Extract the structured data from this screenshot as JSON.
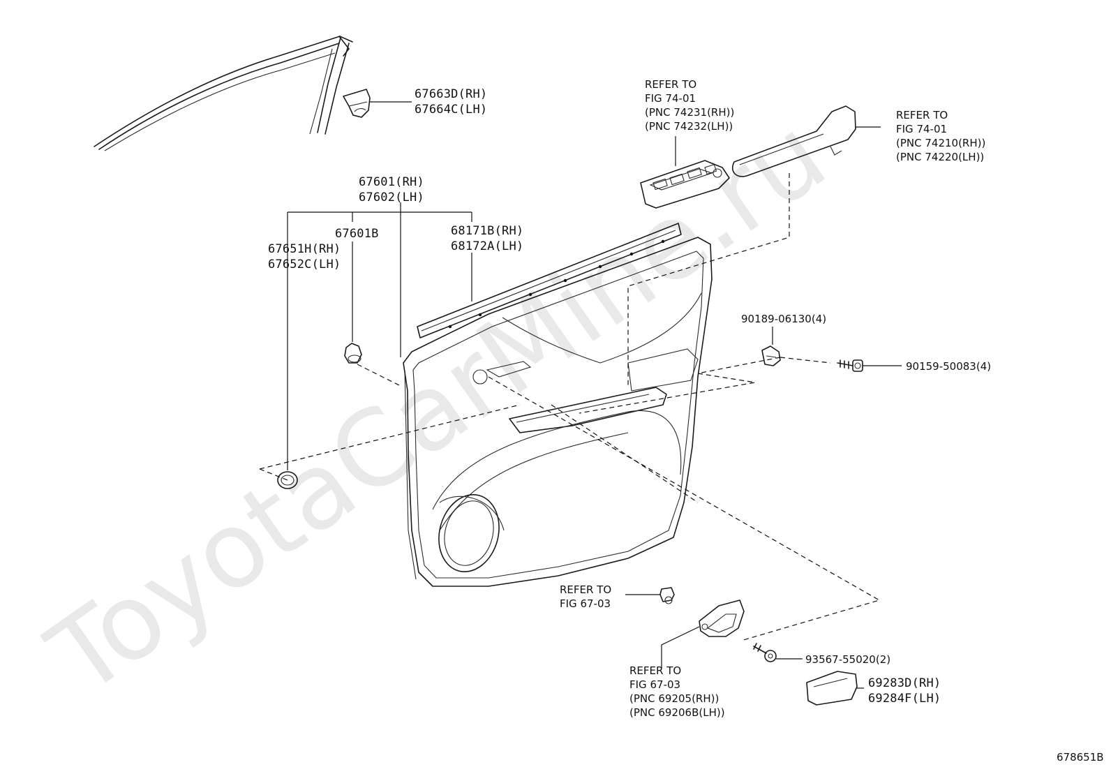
{
  "watermark": "ToyotaCarMine.ru",
  "figure_ref": "678651B",
  "labels": {
    "l67663": [
      "67663D(RH)",
      "67664C(LH)"
    ],
    "l67601": [
      "67601(RH)",
      "67602(LH)"
    ],
    "l67601b": [
      "67601B"
    ],
    "l67651": [
      "67651H(RH)",
      "67652C(LH)"
    ],
    "l68171": [
      "68171B(RH)",
      "68172A(LH)"
    ],
    "ref74231": [
      "REFER TO",
      "FIG 74-01",
      "(PNC 74231(RH))",
      "(PNC 74232(LH))"
    ],
    "ref74210": [
      "REFER TO",
      "FIG 74-01",
      "(PNC 74210(RH))",
      "(PNC 74220(LH))"
    ],
    "l90189": [
      "90189-06130(4)"
    ],
    "l90159": [
      "90159-50083(4)"
    ],
    "ref6703a": [
      "REFER TO",
      "FIG 67-03"
    ],
    "ref69205": [
      "REFER TO",
      "FIG 67-03",
      "(PNC 69205(RH))",
      "(PNC 69206B(LH))"
    ],
    "l93567": [
      "93567-55020(2)"
    ],
    "l69283": [
      "69283D(RH)",
      "69284F(LH)"
    ]
  }
}
